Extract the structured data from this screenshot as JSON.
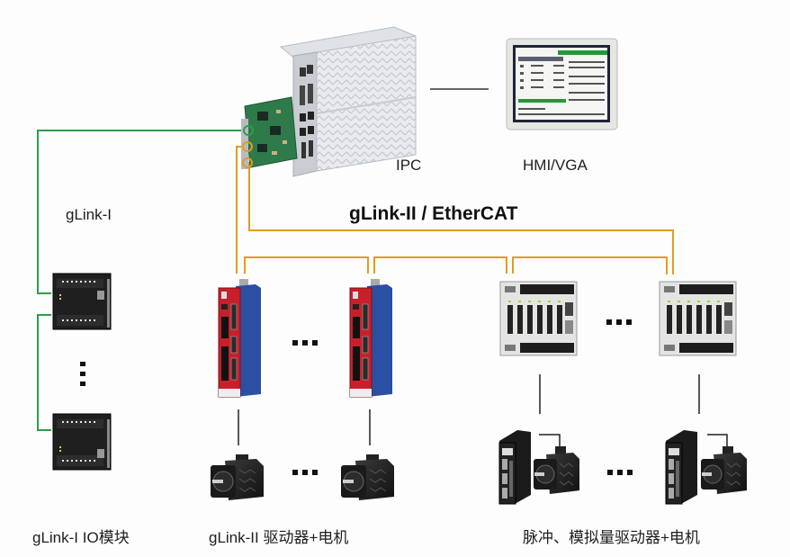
{
  "diagram": {
    "title": "gLink-II / EtherCAT",
    "colors": {
      "bus_orange": "#e39b1f",
      "glink1_green": "#2e9e4a",
      "plain_line": "#333333",
      "drive_red": "#c8202b",
      "drive_blue": "#2a4fa3",
      "background": "#fdfdfd"
    },
    "nodes": {
      "ipc": {
        "label": "IPC"
      },
      "hmi": {
        "label": "HMI/VGA"
      },
      "glink1_bus": {
        "label": "gLink-I"
      },
      "ethercat_bus": {
        "label": "gLink-II / EtherCAT"
      }
    },
    "groups": [
      {
        "id": "io-modules",
        "label": "gLink-I IO模块",
        "count_shown": 2,
        "ellipsis": "vertical"
      },
      {
        "id": "glink2-drives",
        "label": "gLink-II 驱动器+电机",
        "count_shown": 2,
        "ellipsis": "horizontal"
      },
      {
        "id": "pulse-analog-drives",
        "label": "脉冲、模拟量驱动器+电机",
        "count_shown": 2,
        "ellipsis": "horizontal"
      }
    ],
    "connections": [
      {
        "from": "ipc",
        "to": "hmi",
        "type": "plain"
      },
      {
        "from": "ipc",
        "to": "io-modules",
        "type": "gLink-I"
      },
      {
        "from": "ipc",
        "to": "glink2-drives",
        "type": "gLink-II / EtherCAT"
      },
      {
        "from": "ipc",
        "to": "pulse-analog-drives",
        "type": "gLink-II / EtherCAT"
      },
      {
        "from": "glink2-drives",
        "to": "motors",
        "type": "plain"
      },
      {
        "from": "pulse-analog-drives",
        "to": "motors",
        "type": "plain"
      }
    ]
  }
}
